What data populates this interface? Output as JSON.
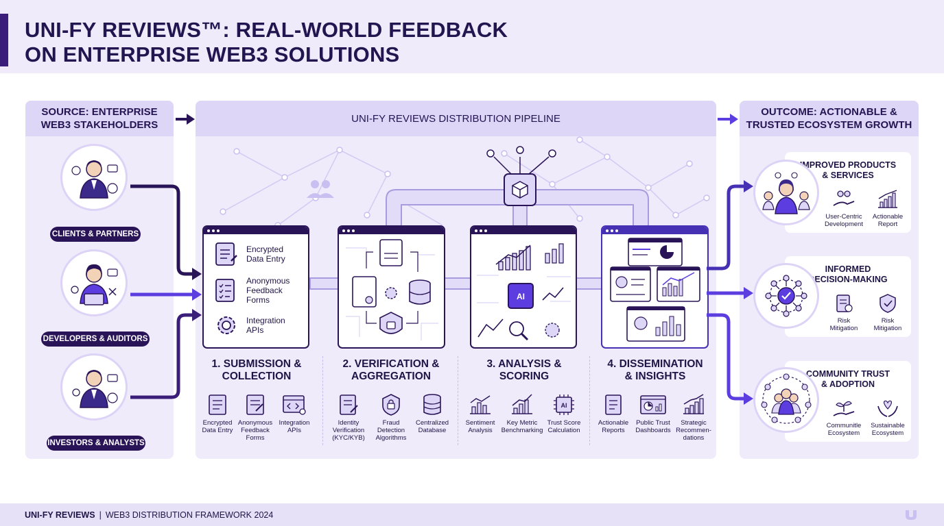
{
  "header": {
    "title_line1": "UNI-FY REVIEWS™: REAL-WORLD FEEDBACK",
    "title_line2": "ON ENTERPRISE WEB3 SOLUTIONS"
  },
  "source": {
    "title_line1": "SOURCE: ENTERPRISE",
    "title_line2": "WEB3 STAKEHOLDERS",
    "groups": [
      {
        "label": "CLIENTS & PARTNERS"
      },
      {
        "label": "DEVELOPERS & AUDITORS"
      },
      {
        "label": "INVESTORS & ANALYSTS"
      }
    ]
  },
  "pipeline": {
    "title": "UNI-FY REVIEWS DISTRIBUTION PIPELINE",
    "chip_label": "AI",
    "submission_items": [
      {
        "line1": "Encrypted",
        "line2": "Data Entry",
        "line3": ""
      },
      {
        "line1": "Anonymous",
        "line2": "Feedback",
        "line3": "Forms"
      },
      {
        "line1": "Integration",
        "line2": "APIs",
        "line3": ""
      }
    ],
    "steps": [
      {
        "title_line1": "1. SUBMISSION &",
        "title_line2": "COLLECTION",
        "items": [
          {
            "line1": "Encrypted",
            "line2": "Data Entry",
            "line3": ""
          },
          {
            "line1": "Anonymous",
            "line2": "Feedback",
            "line3": "Forms"
          },
          {
            "line1": "Integration",
            "line2": "APIs",
            "line3": ""
          }
        ]
      },
      {
        "title_line1": "2. VERIFICATION &",
        "title_line2": "AGGREGATION",
        "items": [
          {
            "line1": "Identity",
            "line2": "Verification",
            "line3": "(KYC/KYB)"
          },
          {
            "line1": "Fraud",
            "line2": "Detection",
            "line3": "Algorithms"
          },
          {
            "line1": "Centralized",
            "line2": "Database",
            "line3": ""
          }
        ]
      },
      {
        "title_line1": "3. ANALYSIS &",
        "title_line2": "SCORING",
        "items": [
          {
            "line1": "Sentiment",
            "line2": "Analysis",
            "line3": ""
          },
          {
            "line1": "Key Metric",
            "line2": "Benchmarking",
            "line3": ""
          },
          {
            "line1": "Trust Score",
            "line2": "Calculation",
            "line3": ""
          }
        ]
      },
      {
        "title_line1": "4. DISSEMINATION",
        "title_line2": "& INSIGHTS",
        "items": [
          {
            "line1": "Actionable",
            "line2": "Reports",
            "line3": ""
          },
          {
            "line1": "Public Trust",
            "line2": "Dashboards",
            "line3": ""
          },
          {
            "line1": "Strategic",
            "line2": "Recommen-",
            "line3": "dations"
          }
        ]
      }
    ]
  },
  "outcome": {
    "title_line1": "OUTCOME: ACTIONABLE &",
    "title_line2": "TRUSTED ECOSYSTEM GROWTH",
    "cards": [
      {
        "title_line1": "IMPROVED PRODUCTS",
        "title_line2": "& SERVICES",
        "items": [
          {
            "line1": "User-Centric",
            "line2": "Development"
          },
          {
            "line1": "Actionable",
            "line2": "Report"
          }
        ]
      },
      {
        "title_line1": "INFORMED",
        "title_line2": "DECISION-MAKING",
        "items": [
          {
            "line1": "Risk",
            "line2": "Mitigation"
          },
          {
            "line1": "Risk",
            "line2": "Mitigation"
          }
        ]
      },
      {
        "title_line1": "COMMUNITY TRUST",
        "title_line2": "& ADOPTION",
        "items": [
          {
            "line1": "Communitle",
            "line2": "Ecosystem"
          },
          {
            "line1": "Sustainable",
            "line2": "Ecosystem"
          }
        ]
      }
    ]
  },
  "footer": {
    "brand": "UNI-FY REVIEWS",
    "separator": "|",
    "subtitle": "WEB3 DISTRIBUTION FRAMEWORK 2024"
  },
  "colors": {
    "dark_purple": "#2a1458",
    "accent_purple": "#5b3de0",
    "panel_bg": "#efebfb",
    "panel_header": "#ddd6f6",
    "line_lavender": "#c9bff0"
  },
  "icons": [
    "person-icon",
    "people-icon",
    "chart-icon",
    "globe-icon",
    "code-icon",
    "gear-icon",
    "tools-icon",
    "document-icon",
    "checklist-icon",
    "database-icon",
    "lock-icon",
    "shield-icon",
    "ai-chip-icon",
    "magnifier-icon",
    "dashboard-icon",
    "pie-chart-icon",
    "network-icon",
    "check-icon",
    "plant-hand-icon",
    "logo-icon"
  ]
}
